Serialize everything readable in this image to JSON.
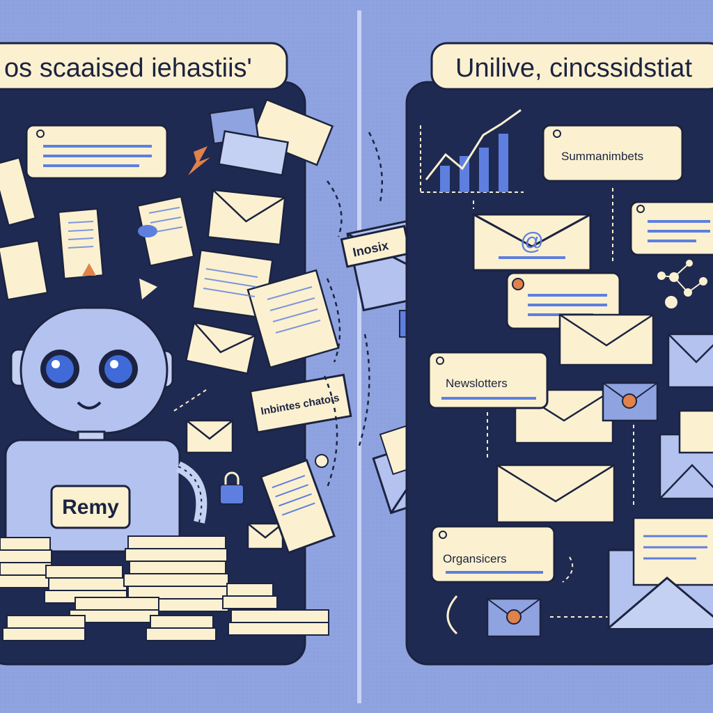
{
  "left_panel": {
    "title": "os scaaised iehastiis'",
    "robot_name": "Remy",
    "floating_card": "Inbintes chatois",
    "envelope_tag": "Inosix"
  },
  "right_panel": {
    "title": "Unilive, cincssidstiat",
    "cards": {
      "summaries": "Summanimbets",
      "newsletters": "Newslotters",
      "organizers": "Organsicers"
    },
    "at_symbol": "@"
  },
  "colors": {
    "background": "#8fa3e0",
    "panel": "#1f2a52",
    "cream": "#fbf1d0",
    "accent_blue": "#5e7fe0",
    "outline": "#1c2340",
    "orange": "#e0824a"
  }
}
